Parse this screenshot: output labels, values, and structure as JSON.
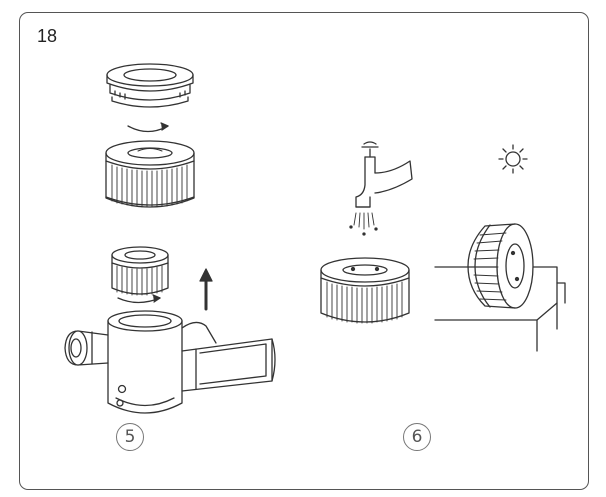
{
  "page": {
    "number": "18"
  },
  "steps": [
    {
      "label": "5"
    },
    {
      "label": "6"
    }
  ],
  "icons": {
    "faucet": "faucet-icon",
    "sun": "sun-icon",
    "rotate_arrow": "rotate-arrow-icon",
    "up_arrow": "up-arrow-icon"
  },
  "colors": {
    "line": "#333333",
    "frame": "#555555",
    "background": "#ffffff"
  }
}
